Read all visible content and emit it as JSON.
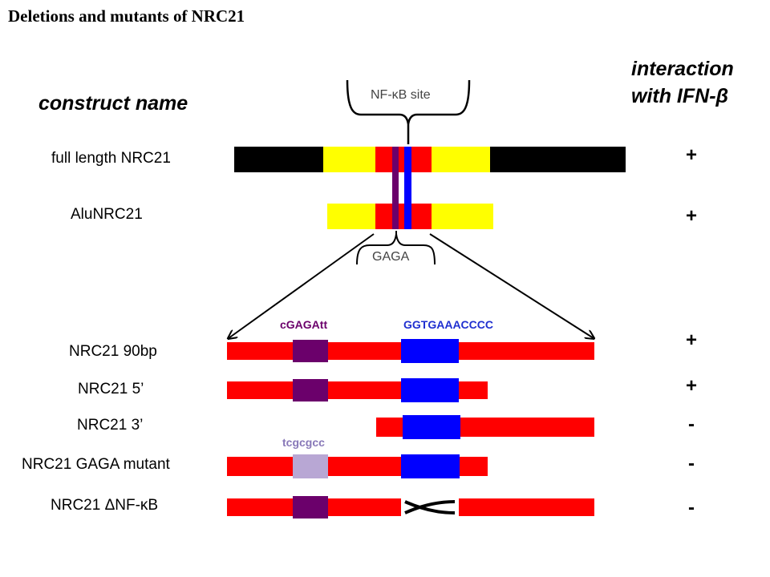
{
  "title": "Deletions and mutants of NRC21",
  "headers": {
    "construct": "construct name",
    "interaction_line1": "interaction",
    "interaction_line2": "with IFN-β"
  },
  "annotations": {
    "nfkb_site": "NF-κB site",
    "gaga": "GAGA"
  },
  "sequences": {
    "gaga_wt": "cGAGAtt",
    "nfkb": "GGTGAAACCCC",
    "gaga_mut": "tcgcgcc"
  },
  "constructs": [
    {
      "name": "full length NRC21",
      "interaction": "+"
    },
    {
      "name": "AluNRC21",
      "interaction": "+"
    },
    {
      "name": "NRC21 90bp",
      "interaction": "+"
    },
    {
      "name": "NRC21 5’",
      "interaction": "+"
    },
    {
      "name": "NRC21 3’",
      "interaction": "-"
    },
    {
      "name": "NRC21 GAGA mutant",
      "interaction": "-"
    },
    {
      "name": "NRC21 ΔNF-κB",
      "interaction": "-"
    }
  ],
  "colors": {
    "flank": "#000000",
    "alu": "#ffff00",
    "core": "#ff0000",
    "gaga": "#6b006b",
    "nfkb": "#0000ff",
    "gaga_mutant": "#b8a7d4"
  }
}
